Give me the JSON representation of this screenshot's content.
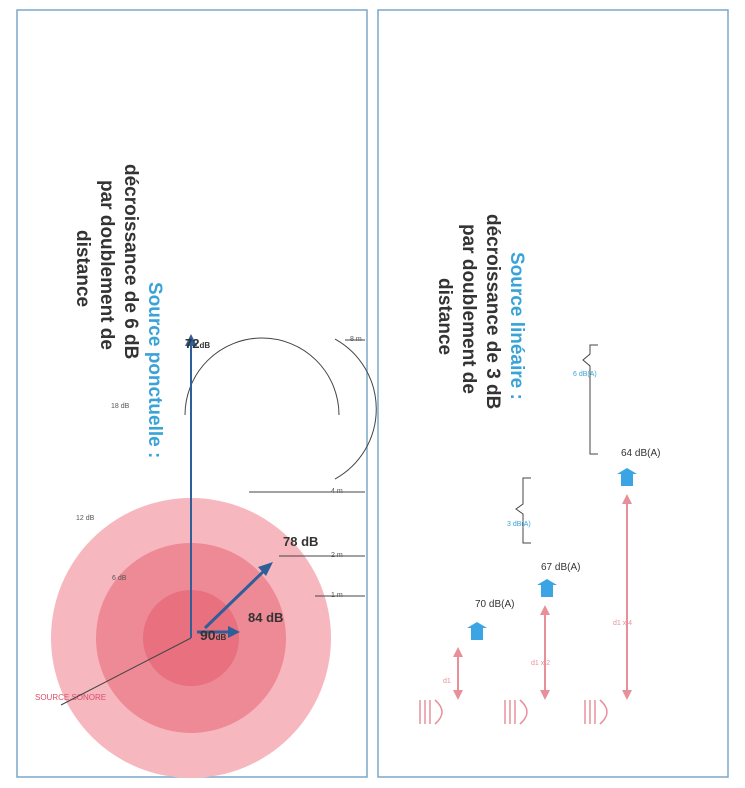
{
  "top_panel": {
    "title_line1": "Source ponctuelle :",
    "title_line2": "décroissance de 6 dB",
    "title_line3": "par doublement de",
    "title_line4": "distance",
    "source_label": "SOURCE SONORE",
    "level_center": "90",
    "level_center_unit": "dB",
    "level_1m": "84 dB",
    "level_2m": "78 dB",
    "level_far": "72",
    "level_far_unit": "dB",
    "drop_6": "6 dB",
    "drop_12": "12 dB",
    "drop_18": "18 dB",
    "dist_1": "1 m",
    "dist_2": "2 m",
    "dist_4": "4 m",
    "dist_8": "8 m"
  },
  "bottom_panel": {
    "title_line1": "Source linéaire :",
    "title_line2": "décroissance de 3 dB",
    "title_line3": "par doublement de",
    "title_line4": "distance",
    "level_1": "70 dB(A)",
    "level_2": "67 dB(A)",
    "level_3": "64 dB(A)",
    "bracket_small": "3 dB(A)",
    "bracket_large": "6 dB(A)",
    "dist_1": "d1",
    "dist_2": "d1 x 2",
    "dist_3": "d1 x 4"
  },
  "colors": {
    "panel_border": "#7aa7c8",
    "title_accent": "#39a3d8",
    "title_text": "#333333",
    "ring_outer": "#f7b7bf",
    "ring_mid": "#ee8996",
    "ring_inner": "#e8707f",
    "arrow_blue": "#2f5f98",
    "pink_arrow": "#e8909a",
    "blue_pointer": "#3aa4e4"
  }
}
